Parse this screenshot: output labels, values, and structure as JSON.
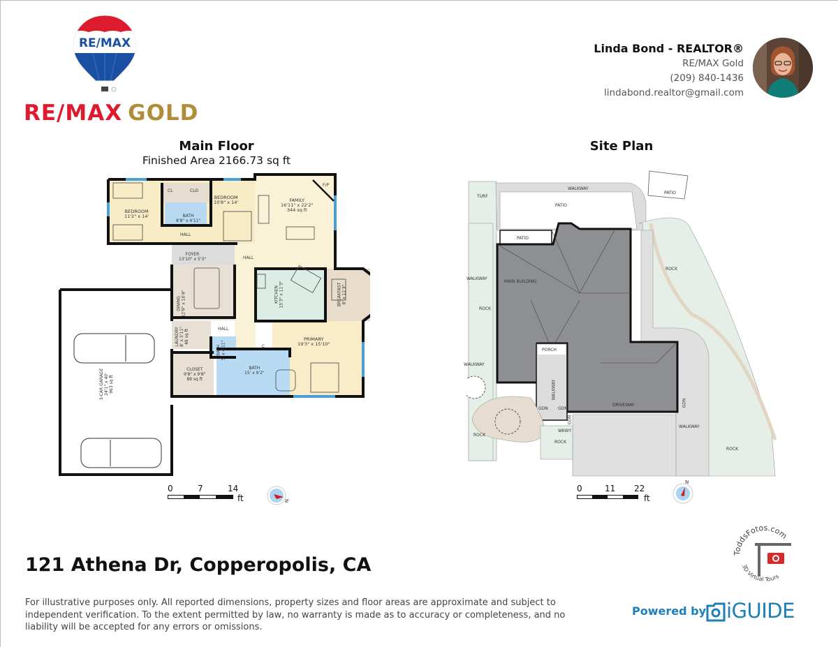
{
  "branding": {
    "balloon_text": "RE/MAX",
    "registered_mark": "®",
    "brand_primary": "RE/MAX",
    "brand_secondary": "GOLD",
    "colors": {
      "red": "#dc1c2e",
      "blue": "#1b4fa2",
      "gold": "#b08d3a"
    }
  },
  "agent": {
    "name": "Linda Bond - REALTOR®",
    "brokerage": "RE/MAX Gold",
    "phone": "(209) 840-1436",
    "email": "lindabond.realtor@gmail.com"
  },
  "main_floor": {
    "title": "Main Floor",
    "finished_area": "Finished Area 2166.73 sq ft",
    "rooms": [
      {
        "name": "BEDROOM",
        "dims": "11'2\" x 14'"
      },
      {
        "name": "CL"
      },
      {
        "name": "CLO"
      },
      {
        "name": "BATH",
        "dims": "8'8\" x 4'11\""
      },
      {
        "name": "BEDROOM",
        "dims": "10'8\" x 14'"
      },
      {
        "name": "FAMILY",
        "dims": "16'11\" x 22'2\"",
        "area": "344 sq ft"
      },
      {
        "name": "F/P"
      },
      {
        "name": "HALL"
      },
      {
        "name": "FOYER",
        "dims": "13'10\" x 5'3\""
      },
      {
        "name": "HALL"
      },
      {
        "name": "DINING",
        "dims": "12'9\" x 10'4\""
      },
      {
        "name": "KITCHEN",
        "dims": "15'3\" x 11'3\""
      },
      {
        "name": "BREAKFAST",
        "dims": "8' x 11'3\""
      },
      {
        "name": "LAUNDRY",
        "dims": "8' x 5'11\"",
        "area": "48 sq ft"
      },
      {
        "name": "HALL"
      },
      {
        "name": "BATH",
        "dims": "5' x 4'11\"",
        "area": "23 sq ft"
      },
      {
        "name": "C"
      },
      {
        "name": "PRIMARY",
        "dims": "19'3\" x 15'10\""
      },
      {
        "name": "CLOSET",
        "dims": "9'8\" x 9'8\"",
        "area": "89 sq ft"
      },
      {
        "name": "BATH",
        "dims": "15' x 9'2\""
      },
      {
        "name": "3-CAR GARAGE",
        "dims": "24'1\" x 40'",
        "area": "963 sq ft"
      }
    ],
    "scale": {
      "ticks": [
        "0",
        "7",
        "14"
      ],
      "unit": "ft"
    },
    "compass": {
      "label": "N"
    }
  },
  "site_plan": {
    "title": "Site Plan",
    "areas": {
      "turf": "TURF",
      "walkway_top": "WALKWAY",
      "patio_main": "PATIO",
      "patio_small": "PATIO",
      "patio_gazebo": "PATIO",
      "main_building": "MAIN BUILDING",
      "rock_left": "ROCK",
      "walkway_left": "WALKWAY",
      "walkway_left2": "WALKWAY",
      "rock_right_top": "ROCK",
      "porch": "PORCH",
      "walkway_porch": "WALKWAY",
      "gdn1": "GDN",
      "gdn2": "GDN",
      "gdn3": "GDN",
      "gdn4": "GDN",
      "wkwy": "WKWY",
      "rock_bottom_left": "ROCK",
      "rock_bottom_mid": "ROCK",
      "driveway": "DRIVEWAY",
      "walkway_right": "WALKWAY",
      "rock_right_bottom": "ROCK"
    },
    "scale": {
      "ticks": [
        "0",
        "11",
        "22"
      ],
      "unit": "ft"
    },
    "compass": {
      "label": "N"
    }
  },
  "property": {
    "address": "121 Athena Dr, Copperopolis, CA"
  },
  "footer": {
    "disclaimer": "For illustrative purposes only. All reported dimensions, property sizes and floor areas are approximate and subject to independent verification. To the extent permitted by law, no warranty is made as to accuracy or completeness, and no liability will be accepted for any errors or omissions.",
    "powered_by": "Powered by",
    "iguide": "iGUIDE",
    "photographer_top": "ToddsFotos.com",
    "photographer_bottom": "3D Virtual Tours"
  }
}
